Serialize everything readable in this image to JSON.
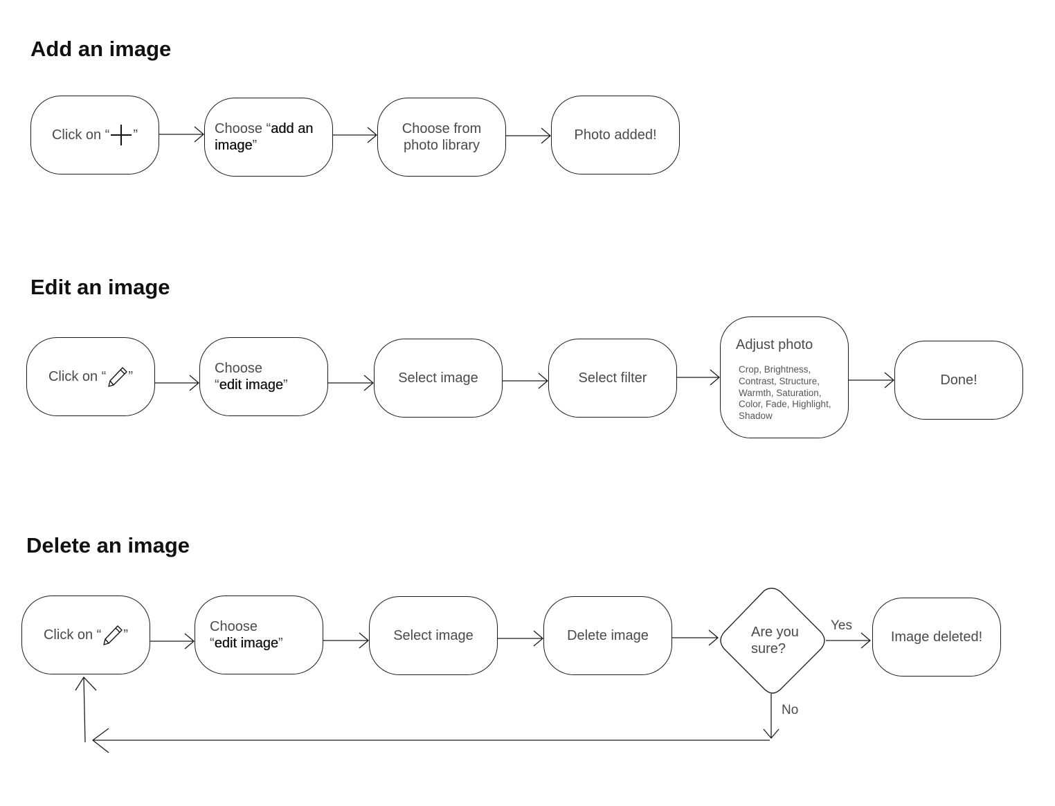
{
  "sections": {
    "add": {
      "title": "Add an image",
      "steps": [
        {
          "pre": "Click on “",
          "icon": "plus-icon",
          "post": "”"
        },
        {
          "pre": "Choose “",
          "strong": "add an image",
          "post": "”"
        },
        {
          "text": "Choose from photo library"
        },
        {
          "text": "Photo added!"
        }
      ]
    },
    "edit": {
      "title": "Edit an image",
      "steps": [
        {
          "pre": "Click on “",
          "icon": "pencil-icon",
          "post": "”"
        },
        {
          "line1": "Choose",
          "pre": "“",
          "strong": "edit image",
          "post": "”"
        },
        {
          "text": "Select image"
        },
        {
          "text": "Select filter"
        },
        {
          "text": "Adjust photo",
          "detail": "Crop, Brightness, Contrast, Structure, Warmth, Saturation, Color, Fade, Highlight, Shadow"
        },
        {
          "text": "Done!"
        }
      ]
    },
    "delete": {
      "title": "Delete an image",
      "steps": [
        {
          "pre": "Click on “",
          "icon": "pencil-icon",
          "post": "”"
        },
        {
          "line1": "Choose",
          "pre": "“",
          "strong": "edit image",
          "post": "”"
        },
        {
          "text": "Select image"
        },
        {
          "text": "Delete image"
        },
        {
          "text": "Image deleted!"
        }
      ],
      "decision": {
        "line1": "Are you",
        "line2": "sure?",
        "yes": "Yes",
        "no": "No"
      }
    }
  },
  "colors": {
    "line": "#1a1a1a",
    "text": "#4a4a4a",
    "heading": "#111111"
  }
}
